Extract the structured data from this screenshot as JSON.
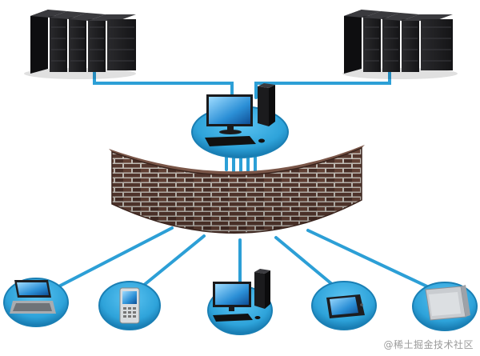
{
  "watermark": "@稀土掘金技术社区",
  "colors": {
    "background": "#ffffff",
    "link": "#2c9fd6",
    "disc": "#2ea3da",
    "disc_edge": "#1a7fb4",
    "brick": "#5a3a30",
    "mortar": "#c9c4bd",
    "server": "#1c1c1e"
  },
  "nodes": {
    "server_farms": [
      "server-rack-left",
      "server-rack-right"
    ],
    "hub": "desktop-workstation",
    "firewall": "brick-firewall",
    "clients": [
      "laptop",
      "mobile-phone",
      "desktop-computer",
      "tablet",
      "external-drive"
    ]
  }
}
